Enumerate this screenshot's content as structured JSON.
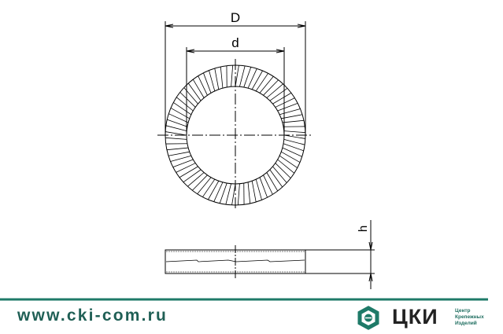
{
  "drawing": {
    "outer_diameter_label": "D",
    "inner_diameter_label": "d",
    "height_label": "h"
  },
  "footer": {
    "website": "www.cki-com.ru",
    "brand": "ЦКИ",
    "brand_subtitle": [
      "Центр",
      "Крепежных",
      "Изделий"
    ],
    "accent_color": "#1e7a68"
  }
}
